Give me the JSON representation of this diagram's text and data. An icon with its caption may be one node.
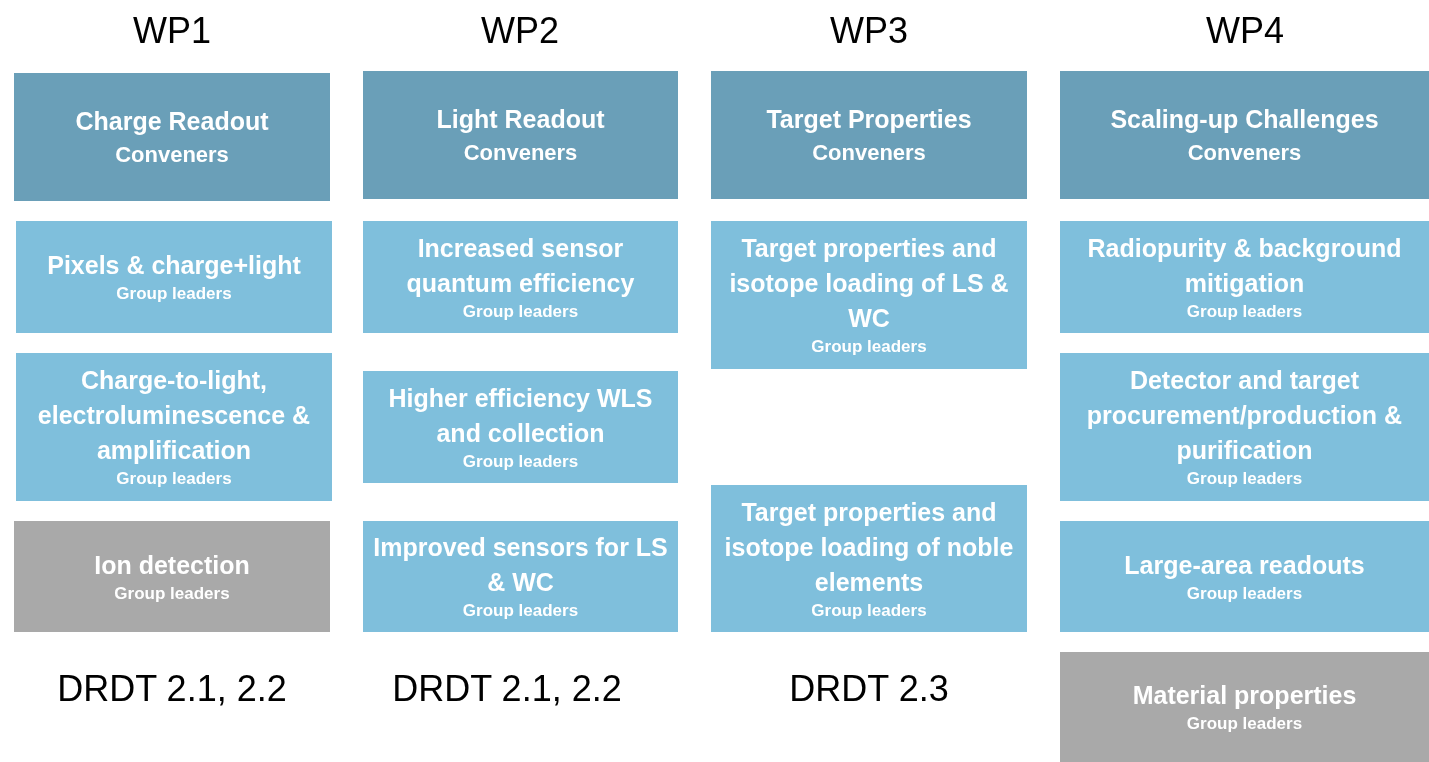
{
  "diagram": {
    "nodes": [
      {
        "text": [
          "Charge Readout",
          "Conveners"
        ]
      },
      {
        "text": [
          "Pixels & charge+light",
          "Group leaders"
        ]
      },
      {
        "text": [
          "Charge-to-light, electroluminescence & amplification",
          "Group leaders"
        ]
      },
      {
        "text": [
          "Ion detection",
          "Group leaders"
        ]
      },
      {
        "text": [
          "Light Readout",
          "Conveners"
        ]
      },
      {
        "text": [
          "Increased sensor quantum efficiency",
          "Group leaders"
        ]
      },
      {
        "text": [
          "Higher efficiency WLS and collection",
          "Group leaders"
        ]
      },
      {
        "text": [
          "Improved sensors for LS & WC",
          "Group leaders"
        ]
      },
      {
        "text": [
          "Target Properties",
          "Conveners"
        ]
      },
      {
        "text": [
          "Target properties and isotope loading of LS & WC",
          "Group leaders"
        ]
      },
      {
        "text": [
          "Target properties and isotope loading of noble elements",
          "Group leaders"
        ]
      },
      {
        "text": [
          "Scaling-up Challenges",
          "Conveners"
        ]
      },
      {
        "text": [
          "Radiopurity & background mitigation",
          "Group leaders"
        ]
      },
      {
        "text": [
          "Detector and target procurement/production & purification",
          "Group leaders"
        ]
      },
      {
        "text": [
          "Large-area readouts",
          "Group leaders"
        ]
      },
      {
        "text": [
          "Material properties",
          "Group leaders"
        ]
      }
    ],
    "labels": [
      "WP1",
      "WP2",
      "WP3",
      "WP4",
      "DRDT 2.1, 2.2",
      "DRDT 2.1, 2.2",
      "DRDT 2.3"
    ]
  }
}
